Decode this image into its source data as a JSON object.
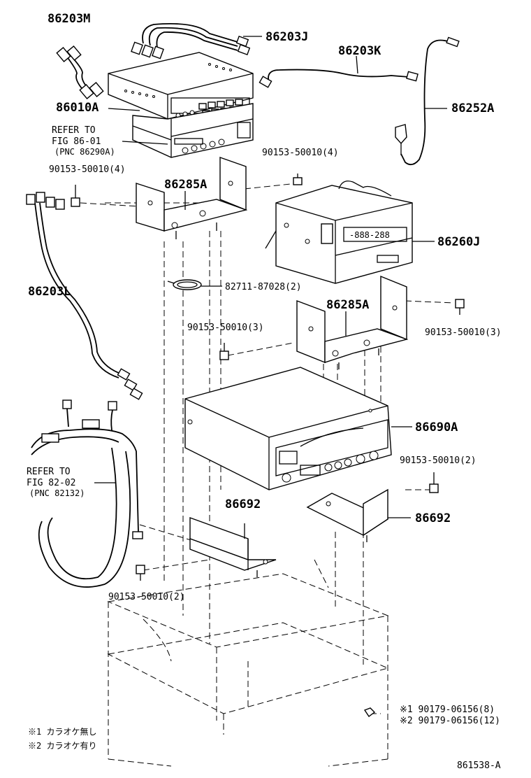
{
  "labels": {
    "p86203M": "86203M",
    "p86203J": "86203J",
    "p86203K": "86203K",
    "p86010A": "86010A",
    "p86252A": "86252A",
    "ref1_l1": "REFER TO",
    "ref1_l2": "FIG 86-01",
    "ref1_l3": "(PNC 86290A)",
    "b_top_right": "90153-50010(4)",
    "b_top_left": "90153-50010(4)",
    "p86285A_1": "86285A",
    "p86203L": "86203L",
    "p86260J": "86260J",
    "p82711": "82711-87028(2)",
    "p86285A_2": "86285A",
    "b_mid_left": "90153-50010(3)",
    "b_mid_right": "90153-50010(3)",
    "p86690A": "86690A",
    "b_lower_right": "90153-50010(2)",
    "ref2_l1": "REFER TO",
    "ref2_l2": "FIG 82-02",
    "ref2_l3": "(PNC 82132)",
    "p86692_1": "86692",
    "p86692_2": "86692",
    "b_lower_left": "90153-50010(2)",
    "s1_label": "※1 90179-06156(8)",
    "s2_label": "※2 90179-06156(12)",
    "note1": "※1 カラオケ無し",
    "note2": "※2 カラオケ有り",
    "diagram_id": "861538-A",
    "display_a": "-888-288"
  }
}
